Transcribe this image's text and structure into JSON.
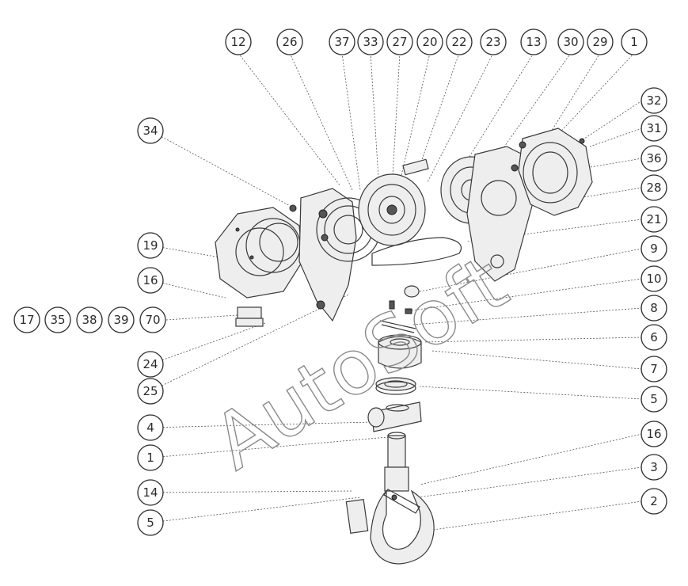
{
  "callouts": [
    {
      "id": "c12",
      "label": "12"
    },
    {
      "id": "c26",
      "label": "26"
    },
    {
      "id": "c37",
      "label": "37"
    },
    {
      "id": "c33",
      "label": "33"
    },
    {
      "id": "c27",
      "label": "27"
    },
    {
      "id": "c20",
      "label": "20"
    },
    {
      "id": "c22",
      "label": "22"
    },
    {
      "id": "c23",
      "label": "23"
    },
    {
      "id": "c13",
      "label": "13"
    },
    {
      "id": "c30",
      "label": "30"
    },
    {
      "id": "c29",
      "label": "29"
    },
    {
      "id": "c1top",
      "label": "1"
    },
    {
      "id": "c32",
      "label": "32"
    },
    {
      "id": "c31",
      "label": "31"
    },
    {
      "id": "c36",
      "label": "36"
    },
    {
      "id": "c28",
      "label": "28"
    },
    {
      "id": "c21",
      "label": "21"
    },
    {
      "id": "c9",
      "label": "9"
    },
    {
      "id": "c10",
      "label": "10"
    },
    {
      "id": "c8",
      "label": "8"
    },
    {
      "id": "c6",
      "label": "6"
    },
    {
      "id": "c7",
      "label": "7"
    },
    {
      "id": "c5r",
      "label": "5"
    },
    {
      "id": "c16r",
      "label": "16"
    },
    {
      "id": "c3",
      "label": "3"
    },
    {
      "id": "c2",
      "label": "2"
    },
    {
      "id": "c34",
      "label": "34"
    },
    {
      "id": "c19",
      "label": "19"
    },
    {
      "id": "c16l",
      "label": "16"
    },
    {
      "id": "c17",
      "label": "17"
    },
    {
      "id": "c35",
      "label": "35"
    },
    {
      "id": "c38",
      "label": "38"
    },
    {
      "id": "c39",
      "label": "39"
    },
    {
      "id": "c70",
      "label": "70"
    },
    {
      "id": "c24",
      "label": "24"
    },
    {
      "id": "c25",
      "label": "25"
    },
    {
      "id": "c4",
      "label": "4"
    },
    {
      "id": "c1",
      "label": "1"
    },
    {
      "id": "c14",
      "label": "14"
    },
    {
      "id": "c5l",
      "label": "5"
    }
  ],
  "watermark": "AutoSoft"
}
